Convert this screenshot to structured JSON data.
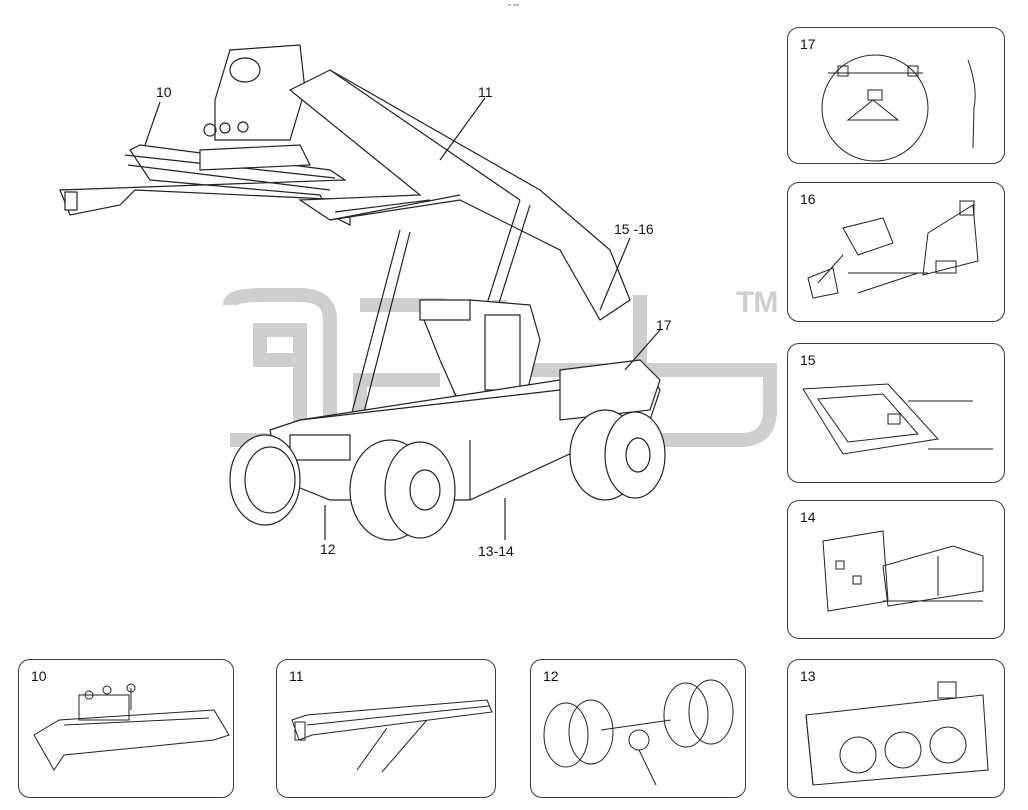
{
  "top_mark": "≈ ≈≈",
  "watermark": {
    "tm": "TM"
  },
  "callouts": {
    "c10": "10",
    "c11": "11",
    "c12": "12",
    "c13_14": "13-14",
    "c15_16": "15 -16",
    "c17": "17"
  },
  "panels": {
    "p17": "17",
    "p16": "16",
    "p15": "15",
    "p14": "14",
    "p10": "10",
    "p11": "11",
    "p12": "12",
    "p13": "13"
  }
}
